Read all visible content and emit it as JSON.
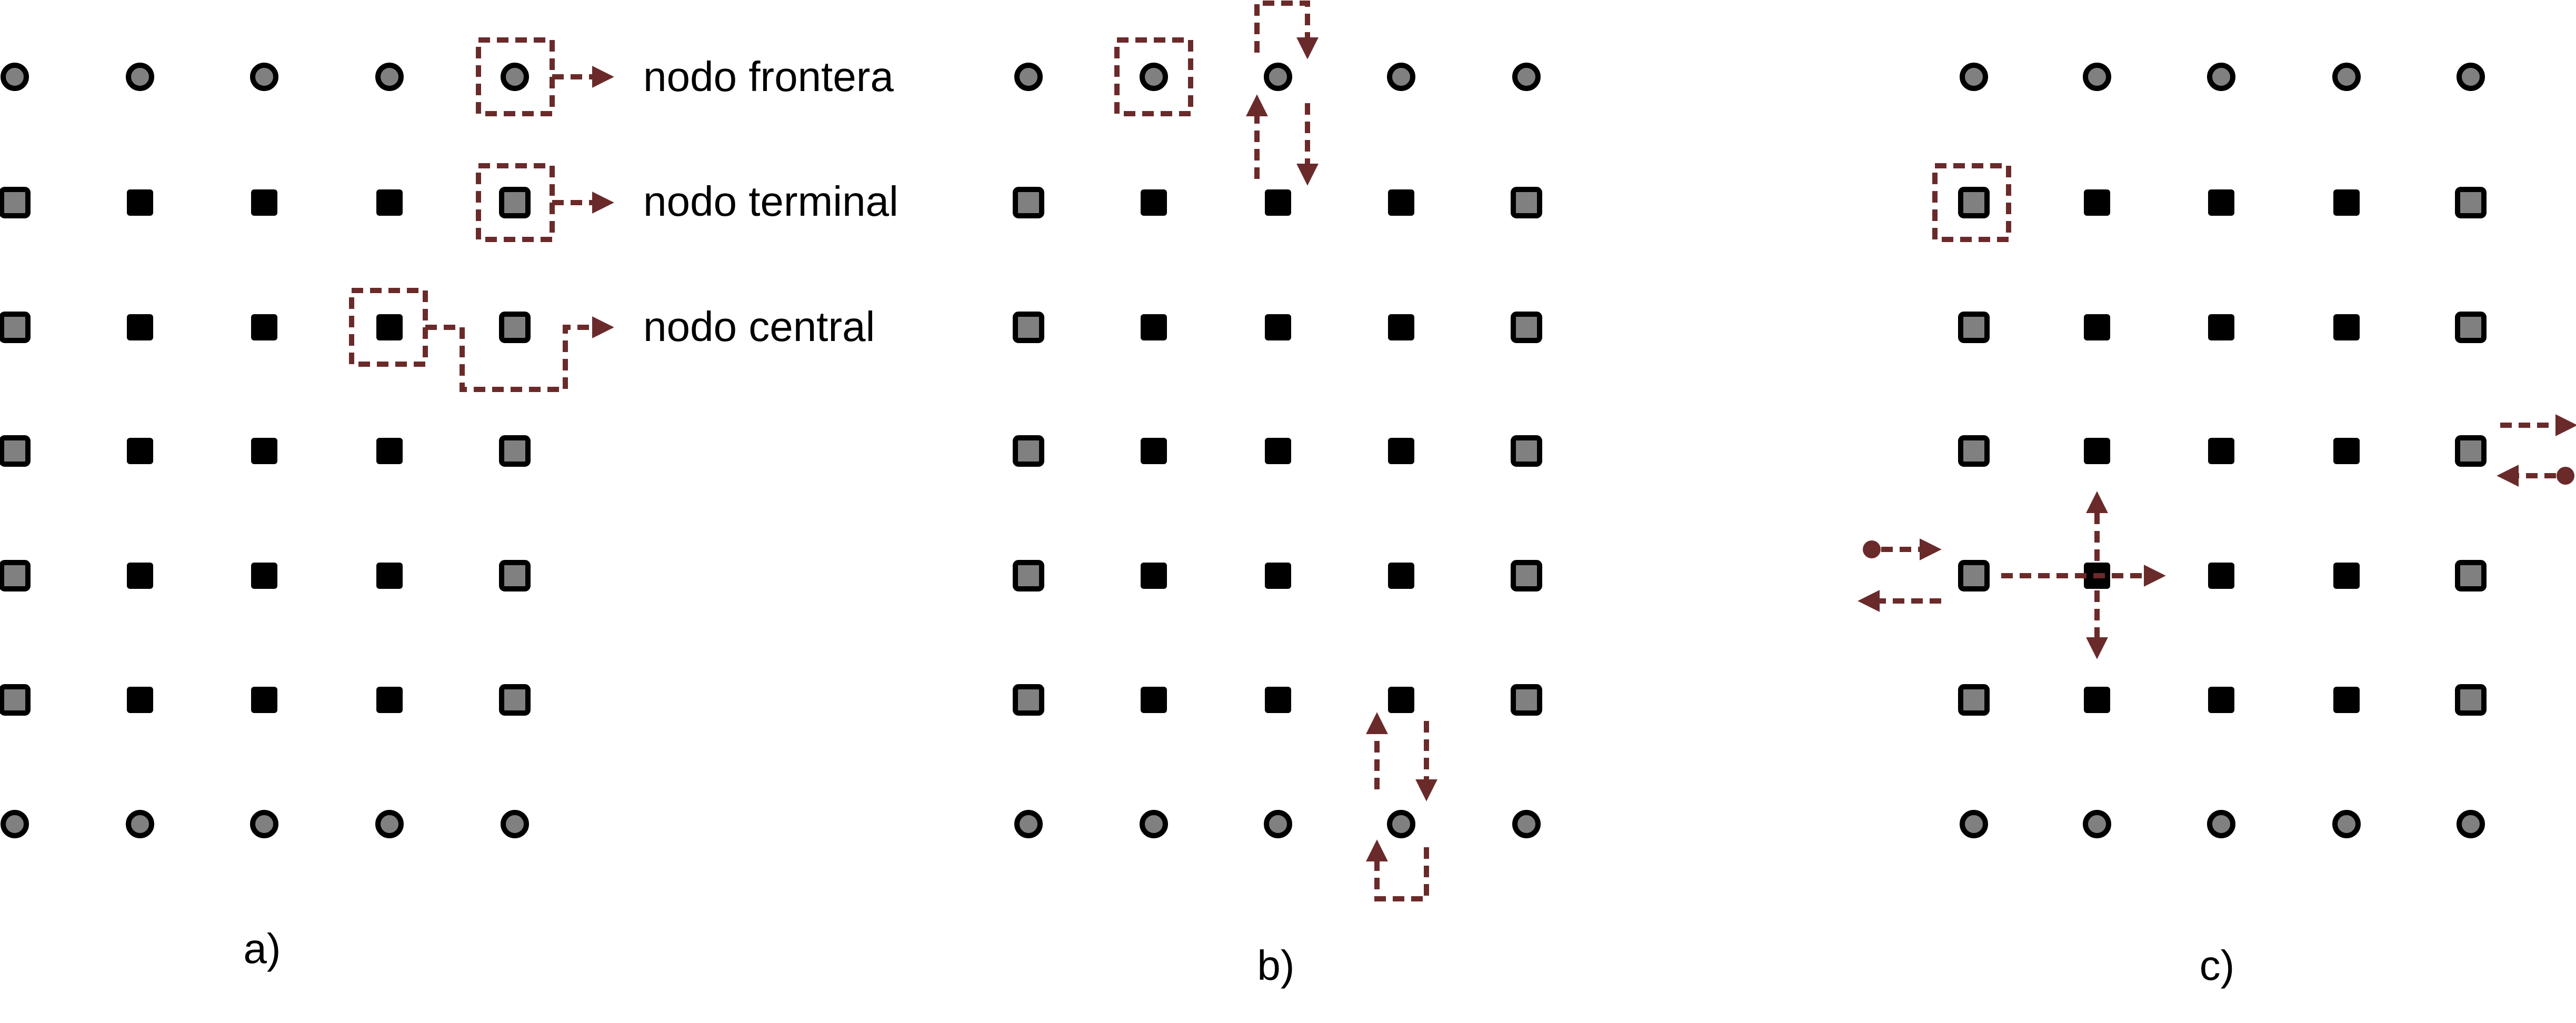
{
  "labels": {
    "frontier": "nodo frontera",
    "terminal": "nodo terminal",
    "central": "nodo central"
  },
  "panels": {
    "a": "a)",
    "b": "b)",
    "c": "c)"
  },
  "colors": {
    "node_fill_gray": "#808080",
    "node_fill_black": "#000000",
    "node_stroke": "#000000",
    "arrow": "#6b2a2a",
    "background": "#ffffff"
  },
  "lattice": {
    "columns": 5,
    "rows": 7,
    "row_types": [
      "frontier",
      "terminal-central",
      "terminal-central",
      "terminal-central",
      "terminal-central",
      "terminal-central",
      "frontier"
    ]
  },
  "icons": {
    "frontier_node": "gray-circle-icon",
    "terminal_node": "gray-square-icon",
    "central_node": "black-square-icon",
    "arrow": "dashed-arrow-icon"
  }
}
